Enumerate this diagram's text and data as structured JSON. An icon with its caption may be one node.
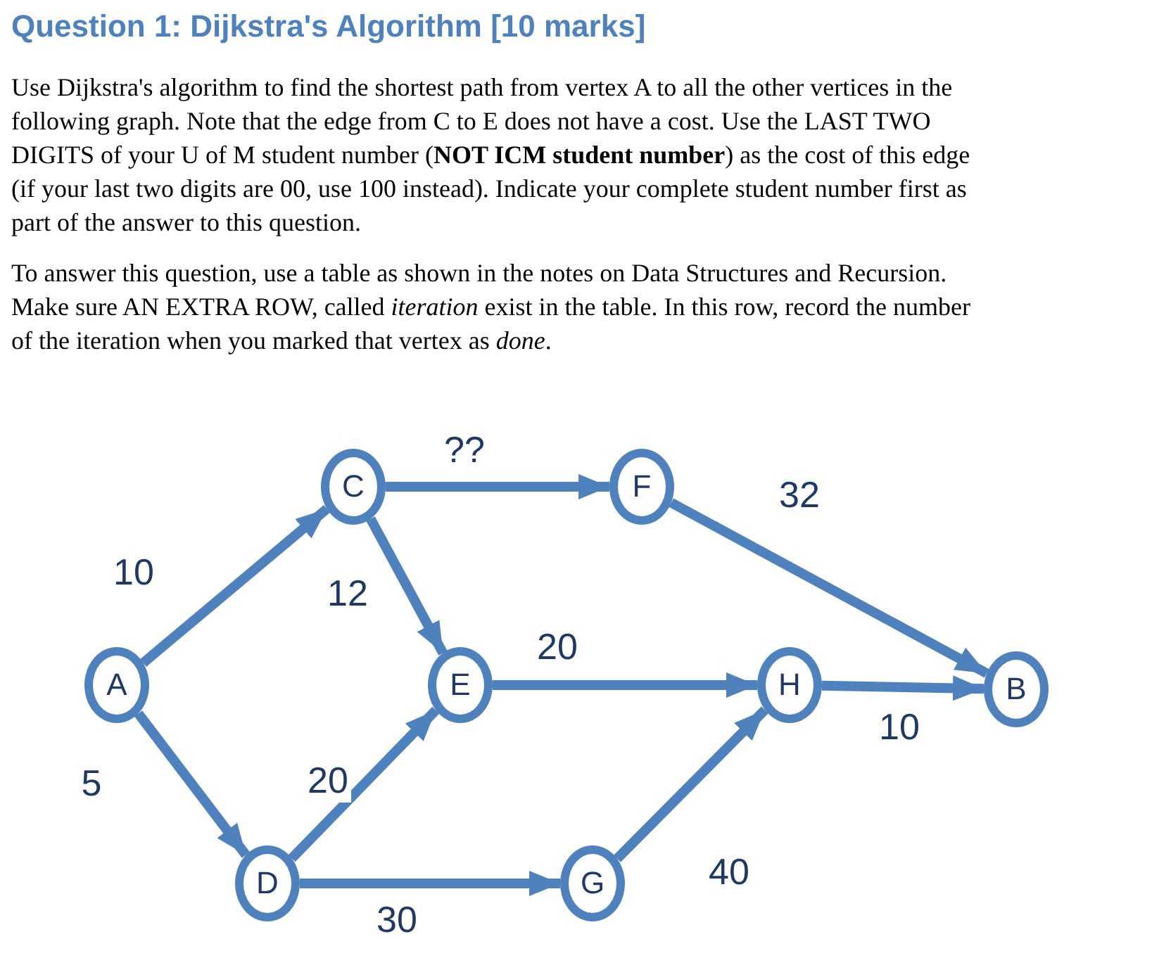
{
  "diagram": {
    "title": "Question 1: Dijkstra's Algorithm [10 marks]",
    "labels": [
      "Use Dijkstra's algorithm to find the shortest path from vertex A to all the other vertices in the following graph. Note that the edge from C to E does not have a cost. Use the LAST TWO DIGITS of your U of M student number (**NOT ICM student number**) as the cost of this edge (if your last two digits are 00, use 100 instead). Indicate your complete student number first as part of the answer to this question.",
      "To answer this question, use a table as shown in the notes on Data Structures and Recursion. Make sure AN EXTRA ROW, called *iteration* exist in the table. In this row, record the number of the iteration when you marked that vertex as *done*."
    ],
    "nodes": [
      {
        "text": [
          "A"
        ]
      },
      {
        "text": [
          "C"
        ]
      },
      {
        "text": [
          "F"
        ]
      },
      {
        "text": [
          "E"
        ]
      },
      {
        "text": [
          "H"
        ]
      },
      {
        "text": [
          "B"
        ]
      },
      {
        "text": [
          "D"
        ]
      },
      {
        "text": [
          "G"
        ]
      }
    ],
    "edges": [
      {
        "from": 0,
        "to": 1,
        "arrow": "to",
        "label": "10"
      },
      {
        "from": 0,
        "to": 6,
        "arrow": "to",
        "label": "5"
      },
      {
        "from": 1,
        "to": 2,
        "arrow": "to",
        "label": "??"
      },
      {
        "from": 1,
        "to": 3,
        "arrow": "to",
        "label": "12"
      },
      {
        "from": 2,
        "to": 5,
        "arrow": "to",
        "label": "32"
      },
      {
        "from": 3,
        "to": 4,
        "arrow": "to",
        "label": "20"
      },
      {
        "from": 4,
        "to": 5,
        "arrow": "to",
        "label": "10"
      },
      {
        "from": 6,
        "to": 3,
        "arrow": "to",
        "label": "20"
      },
      {
        "from": 6,
        "to": 7,
        "arrow": "to",
        "label": "30"
      },
      {
        "from": 7,
        "to": 4,
        "arrow": "to",
        "label": "40"
      }
    ]
  }
}
